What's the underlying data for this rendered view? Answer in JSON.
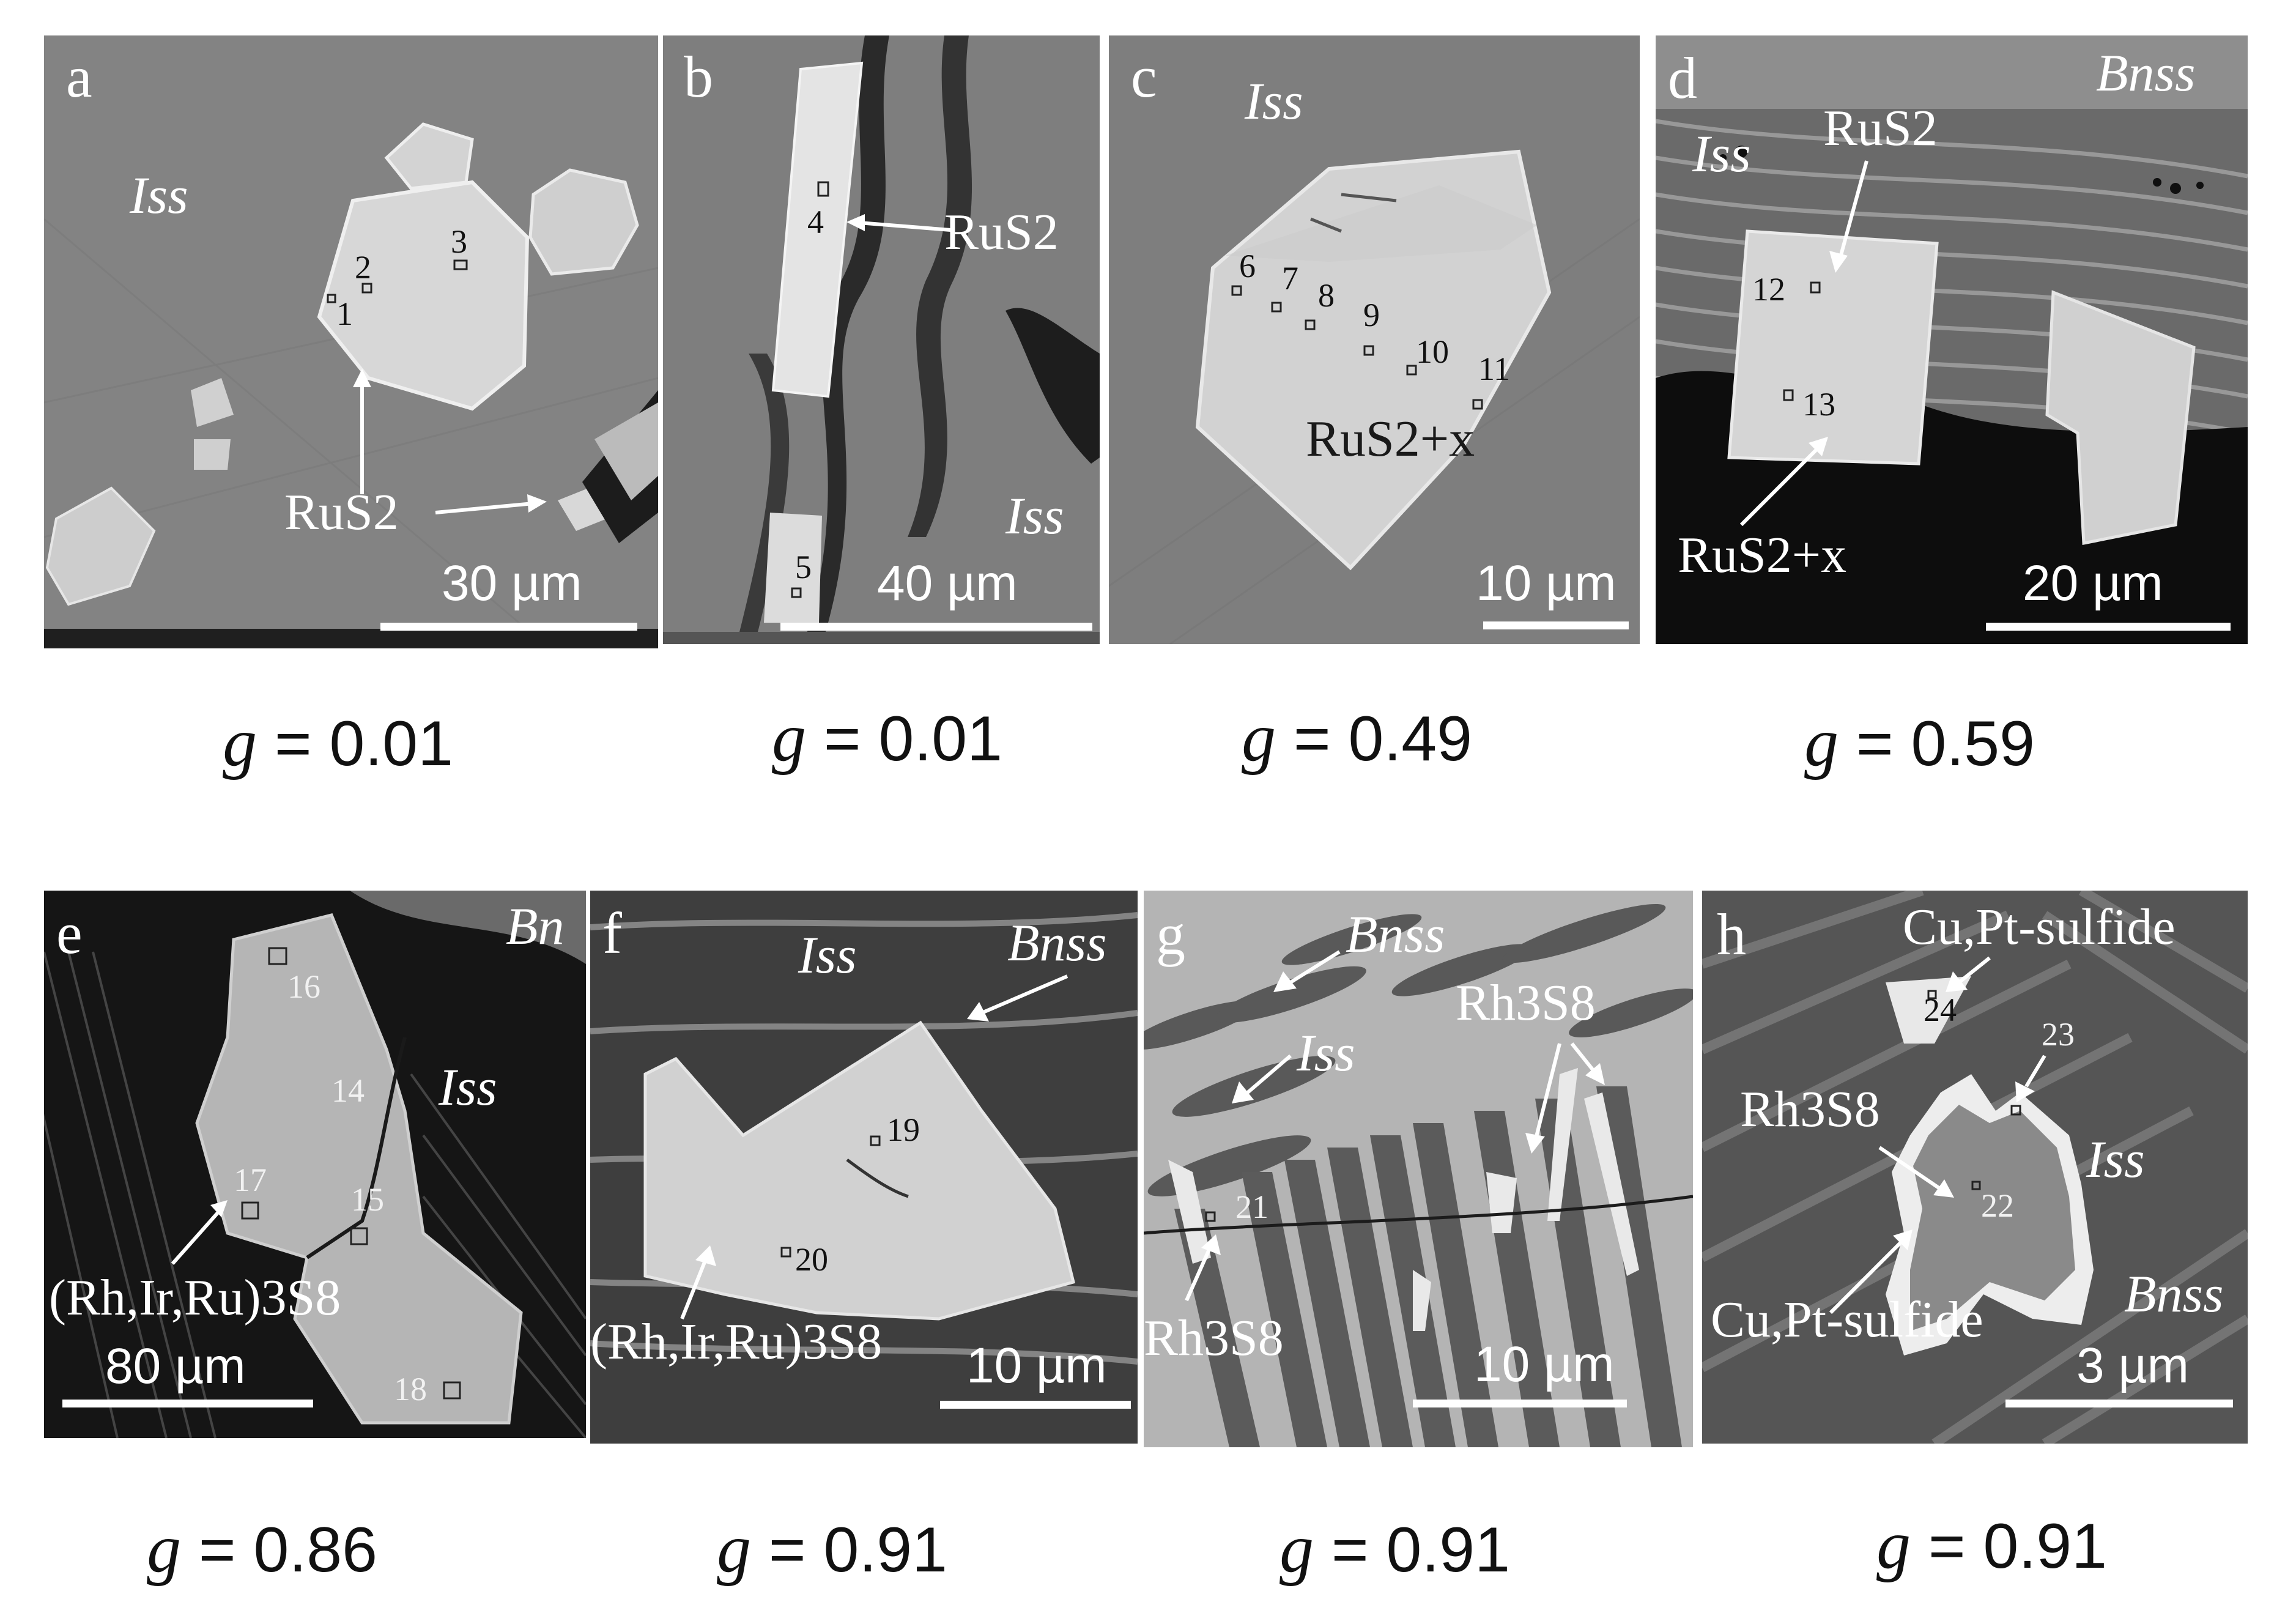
{
  "panels": {
    "a": {
      "letter": "a",
      "phases": [
        "Iss"
      ],
      "mineral_label": "RuS2",
      "spot_numbers": [
        "1",
        "2",
        "3"
      ],
      "scale": "30 µm",
      "g_symbol": "g",
      "g_text": " = 0.01"
    },
    "b": {
      "letter": "b",
      "phases": [
        "Iss"
      ],
      "mineral_label": "RuS2",
      "spot_numbers": [
        "4",
        "5"
      ],
      "scale": "40 µm",
      "g_symbol": "g",
      "g_text": " = 0.01"
    },
    "c": {
      "letter": "c",
      "phases": [
        "Iss"
      ],
      "mineral_label": "RuS2+x",
      "spot_numbers": [
        "6",
        "7",
        "8",
        "9",
        "10",
        "11"
      ],
      "scale": "10 µm",
      "g_symbol": "g",
      "g_text": " = 0.49"
    },
    "d": {
      "letter": "d",
      "phases": [
        "Bnss",
        "Iss"
      ],
      "mineral_labels": [
        "RuS2",
        "RuS2+x"
      ],
      "spot_numbers": [
        "12",
        "13"
      ],
      "scale": "20 µm",
      "g_symbol": "g",
      "g_text": " = 0.59"
    },
    "e": {
      "letter": "e",
      "phases": [
        "Bn",
        "Iss"
      ],
      "mineral_label": "(Rh,Ir,Ru)3S8",
      "spot_numbers": [
        "16",
        "14",
        "17",
        "15",
        "18"
      ],
      "scale": "80 µm",
      "g_symbol": "g",
      "g_text": " = 0.86"
    },
    "f": {
      "letter": "f",
      "phases": [
        "Iss",
        "Bnss"
      ],
      "mineral_label": "(Rh,Ir,Ru)3S8",
      "spot_numbers": [
        "19",
        "20"
      ],
      "scale": "10 µm",
      "g_symbol": "g",
      "g_text": " = 0.91"
    },
    "g": {
      "letter": "g",
      "phases": [
        "Bnss",
        "Iss"
      ],
      "mineral_labels": [
        "Rh3S8",
        "Rh3S8"
      ],
      "spot_numbers": [
        "21"
      ],
      "scale": "10 µm",
      "g_symbol": "g",
      "g_text": " = 0.91"
    },
    "h": {
      "letter": "h",
      "phases": [
        "Iss",
        "Bnss"
      ],
      "mineral_labels": [
        "Cu,Pt-sulfide",
        "Rh3S8",
        "Cu,Pt-sulfide"
      ],
      "spot_numbers": [
        "24",
        "23",
        "22"
      ],
      "scale": "3 µm",
      "g_symbol": "g",
      "g_text": " = 0.91"
    }
  }
}
